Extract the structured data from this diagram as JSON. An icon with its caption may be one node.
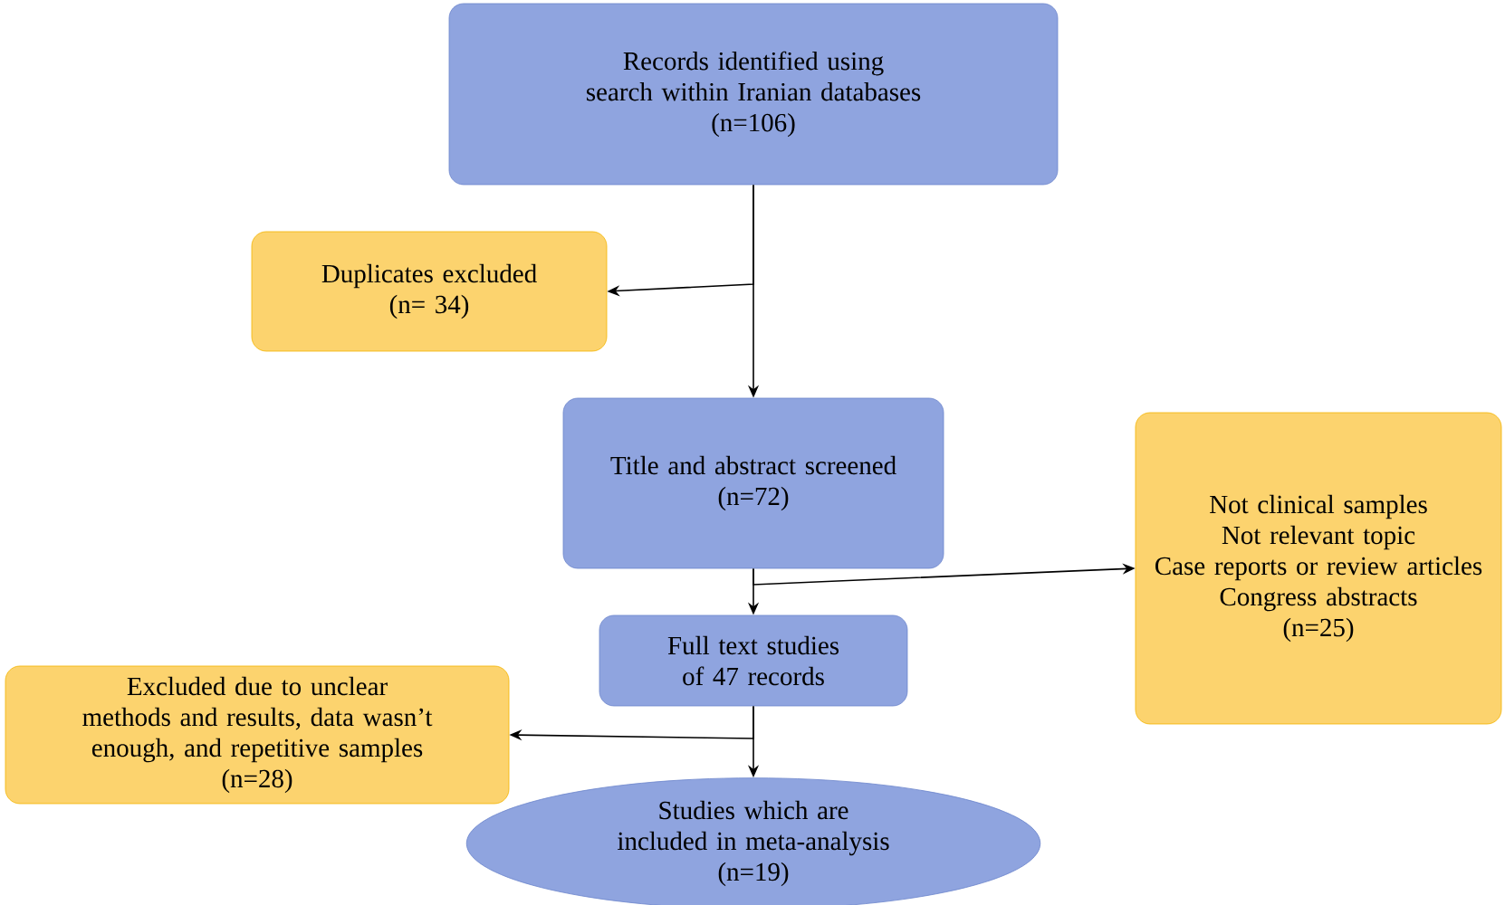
{
  "diagram": {
    "nodes": [
      {
        "text": [
          "Records identified using search within Iranian databases",
          "(n=106)"
        ]
      },
      {
        "text": [
          "Duplicates excluded",
          "(n= 34)"
        ]
      },
      {
        "text": [
          "Title and abstract screened",
          "(n=72)"
        ]
      },
      {
        "text": [
          "Not clinical samples",
          "Not relevant topic",
          "Case reports or review articles",
          "Congress abstracts",
          "(n=25)"
        ]
      },
      {
        "text": [
          "Full text studies of 47 records"
        ]
      },
      {
        "text": [
          "Excluded due to unclear methods and results, data wasn’t enough, and repetitive samples",
          "(n=28)"
        ]
      },
      {
        "text": [
          "Studies which are included in meta-analysis",
          "(n=19)"
        ]
      }
    ],
    "edges": [
      {
        "from": 0,
        "to": 1,
        "arrow": "to"
      },
      {
        "from": 0,
        "to": 2,
        "arrow": "to"
      },
      {
        "from": 2,
        "to": 3,
        "arrow": "to"
      },
      {
        "from": 2,
        "to": 4,
        "arrow": "to"
      },
      {
        "from": 4,
        "to": 5,
        "arrow": "to"
      },
      {
        "from": 4,
        "to": 6,
        "arrow": "to"
      }
    ]
  }
}
